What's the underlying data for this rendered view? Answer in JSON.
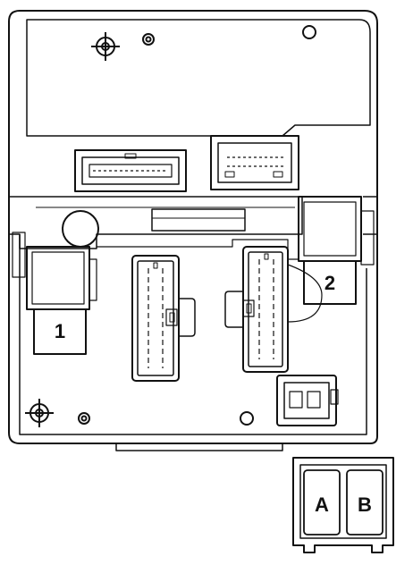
{
  "diagram": {
    "connectors": [
      {
        "id": "connector-1",
        "label": "1"
      },
      {
        "id": "connector-2",
        "label": "2"
      }
    ],
    "pin_view": {
      "pins": [
        {
          "id": "pin-a",
          "label": "A"
        },
        {
          "id": "pin-b",
          "label": "B"
        }
      ]
    }
  }
}
